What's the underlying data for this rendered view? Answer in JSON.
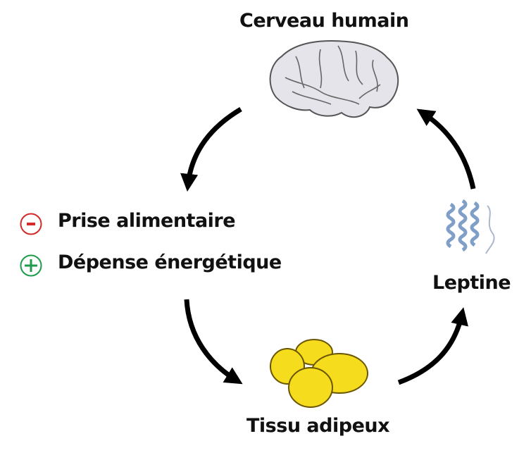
{
  "diagram": {
    "nodes": {
      "brain": {
        "label": "Cerveau humain",
        "icon": "brain-icon"
      },
      "leptin": {
        "label": "Leptine",
        "icon": "protein-structure-icon"
      },
      "adipose": {
        "label": "Tissu adipeux",
        "icon": "fat-cells-icon"
      }
    },
    "effects": [
      {
        "sign": "minus",
        "label": "Prise alimentaire",
        "color": "#d42a2a"
      },
      {
        "sign": "plus",
        "label": "Dépense énergétique",
        "color": "#1e9b4b"
      }
    ],
    "cycle": [
      {
        "from": "brain",
        "to": "effects"
      },
      {
        "from": "effects",
        "to": "adipose"
      },
      {
        "from": "adipose",
        "to": "leptin"
      },
      {
        "from": "leptin",
        "to": "brain"
      }
    ],
    "colors": {
      "arrow": "#000000",
      "brain_fill": "#e4e4ea",
      "fat_fill": "#f5dc1c",
      "protein": "#7f9ec8"
    }
  }
}
